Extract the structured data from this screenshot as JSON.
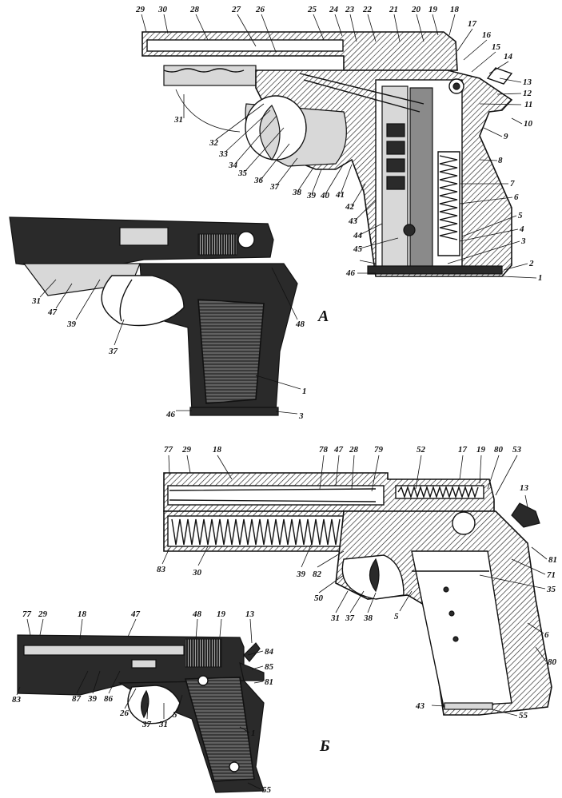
{
  "figure_letters": [
    "А",
    "Б"
  ],
  "labels": {
    "fig1": [
      "29",
      "30",
      "28",
      "27",
      "26",
      "25",
      "24",
      "23",
      "22",
      "21",
      "20",
      "19",
      "18",
      "17",
      "16",
      "15",
      "14",
      "13",
      "12",
      "11",
      "10",
      "9",
      "8",
      "7",
      "6",
      "5",
      "4",
      "3",
      "2",
      "1",
      "31",
      "32",
      "33",
      "34",
      "35",
      "36",
      "37",
      "38",
      "39",
      "40",
      "41",
      "42",
      "43",
      "44",
      "45",
      "46"
    ],
    "fig2": [
      "31",
      "47",
      "39",
      "37",
      "48",
      "1",
      "46",
      "3"
    ],
    "fig3": [
      "77",
      "29",
      "18",
      "78",
      "47",
      "28",
      "79",
      "52",
      "17",
      "19",
      "80",
      "53",
      "13",
      "83",
      "30",
      "39",
      "82",
      "50",
      "31",
      "37",
      "38",
      "5",
      "81",
      "71",
      "35",
      "6",
      "80",
      "43",
      "55"
    ],
    "fig4": [
      "77",
      "29",
      "18",
      "47",
      "48",
      "19",
      "13",
      "84",
      "85",
      "81",
      "83",
      "87",
      "39",
      "86",
      "26",
      "37",
      "31",
      "5",
      "1",
      "55"
    ]
  }
}
